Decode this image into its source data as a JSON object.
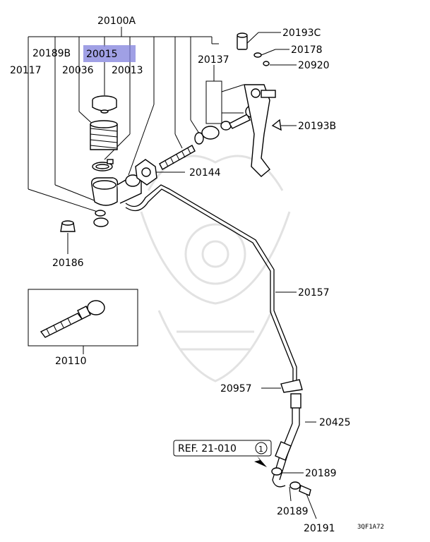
{
  "labels": {
    "l20100A": "20100A",
    "l20189B": "20189B",
    "l20015": "20015",
    "l20117": "20117",
    "l20036": "20036",
    "l20013": "20013",
    "l20137": "20137",
    "l20193C": "20193C",
    "l20178": "20178",
    "l20920": "20920",
    "l20193B": "20193B",
    "l20144": "20144",
    "l20186": "20186",
    "l20157": "20157",
    "l20110": "20110",
    "l20957": "20957",
    "l20425": "20425",
    "ref": "REF. 21-010",
    "ref_num": "1",
    "l20189a": "20189",
    "l20189b": "20189",
    "l20191": "20191"
  },
  "diagram_code": "3QF1A72",
  "highlighted_part": "20015",
  "colors": {
    "highlight": "#8080dc",
    "watermark": "#e2e2e2"
  }
}
